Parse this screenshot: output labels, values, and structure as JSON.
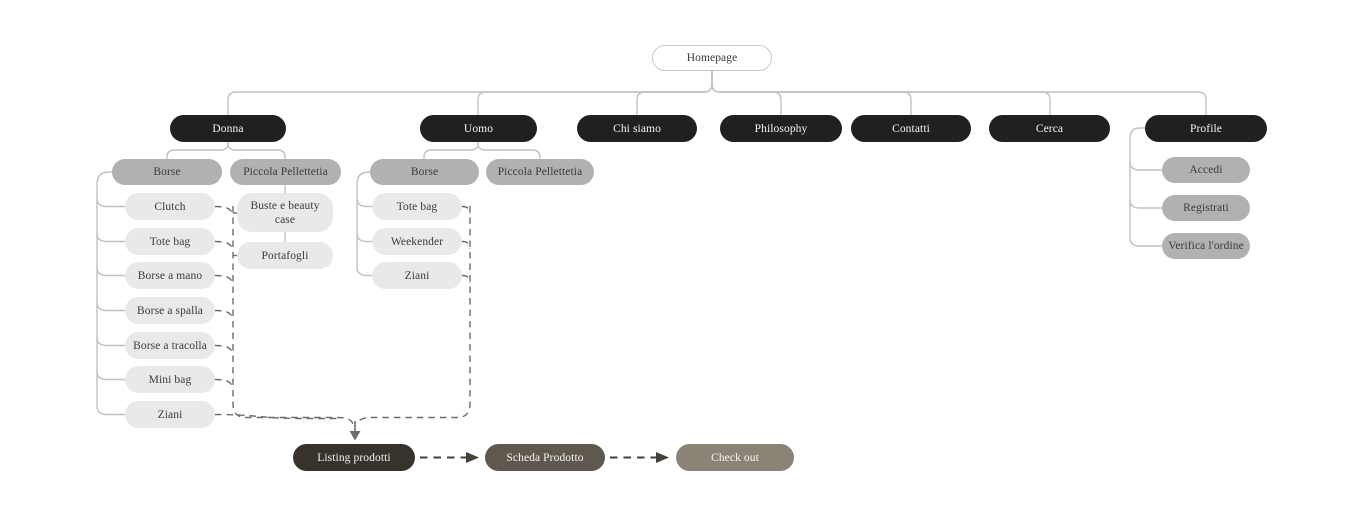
{
  "homepage": {
    "label": "Homepage"
  },
  "nav": {
    "items": [
      "Donna",
      "Uomo",
      "Chi siamo",
      "Philosophy",
      "Contatti",
      "Cerca",
      "Profile"
    ]
  },
  "donna": {
    "categories": [
      "Borse",
      "Piccola Pellettetia"
    ],
    "borse_items": [
      "Clutch",
      "Tote bag",
      "Borse a mano",
      "Borse a spalla",
      "Borse a tracolla",
      "Mini bag",
      "Ziani"
    ],
    "pelletteria_items": [
      "Buste e beauty case",
      "Portafogli"
    ]
  },
  "uomo": {
    "categories": [
      "Borse",
      "Piccola Pellettetia"
    ],
    "borse_items": [
      "Tote bag",
      "Weekender",
      "Ziani"
    ]
  },
  "profile": {
    "items": [
      "Accedi",
      "Registrati",
      "Verifica l'ordine"
    ]
  },
  "flow": {
    "steps": [
      "Listing prodotti",
      "Scheda Prodotto",
      "Check out"
    ]
  },
  "colors": {
    "node-dark": "#211f20",
    "node-gray": "#b2b1b0",
    "node-light": "#eae9e8",
    "outline-border": "#c9c8c6",
    "text-dark": "#3a3a3a",
    "text-light": "#f6f5f3",
    "line": "#c3c2c0",
    "dash": "#6f6b67",
    "flow-dark": "#37322c",
    "flow-mid": "#5f584e",
    "flow-light": "#8b8375",
    "arrow": "#45403a"
  }
}
